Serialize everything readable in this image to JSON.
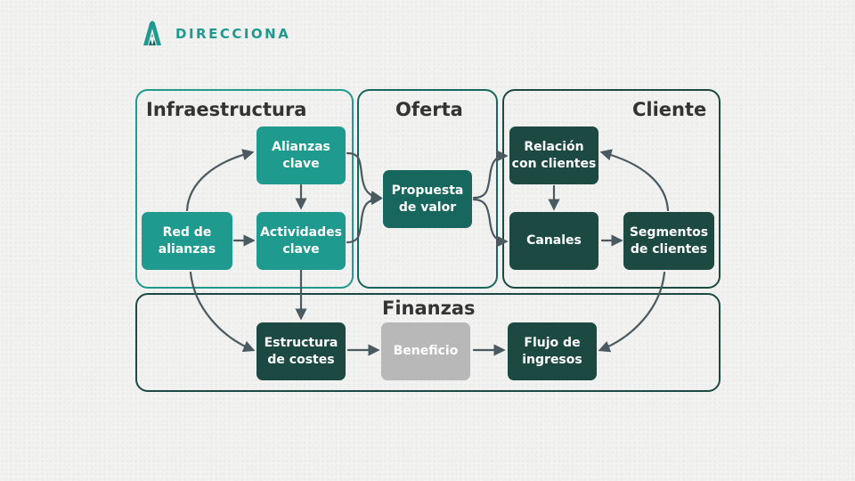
{
  "brand": {
    "name": "DIRECCIONA"
  },
  "colors": {
    "light_teal": "#1f9a8f",
    "mid_teal": "#17675f",
    "dark_teal": "#1c4a42",
    "gray": "#b8b8b8",
    "arrow": "#4a5a60"
  },
  "sections": {
    "infraestructura": "Infraestructura",
    "oferta": "Oferta",
    "cliente": "Cliente",
    "finanzas": "Finanzas"
  },
  "nodes": {
    "alianzas_clave": "Alianzas\nclave",
    "red_de_alianzas": "Red de\nalianzas",
    "actividades_clave": "Actividades\nclave",
    "propuesta_de_valor": "Propuesta\nde valor",
    "relacion_con_clientes": "Relación\ncon clientes",
    "canales": "Canales",
    "segmentos_de_clientes": "Segmentos\nde clientes",
    "estructura_de_costes": "Estructura\nde costes",
    "beneficio": "Beneficio",
    "flujo_de_ingresos": "Flujo de\ningresos"
  }
}
